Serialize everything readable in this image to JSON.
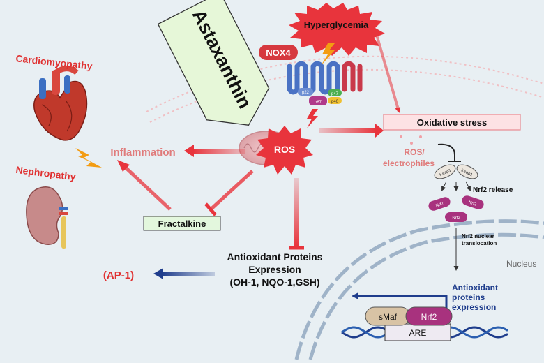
{
  "labels": {
    "hyperglycemia": "Hyperglycemia",
    "nox4": "NOX4",
    "astaxanthin": "Astaxanthin",
    "cardiomyopathy": "Cardiomyopathy",
    "nephropathy": "Nephropathy",
    "inflammation": "Inflammation",
    "ros": "ROS",
    "oxidative_stress": "Oxidative stress",
    "ros_electrophiles_1": "ROS/",
    "ros_electrophiles_2": "electrophiles",
    "keap1": "Keap1",
    "nrf2_release": "Nrf2 release",
    "nrf2": "Nrf2",
    "nrf2_nuclear_1": "Nrf2 nuclear",
    "nrf2_nuclear_2": "translocation",
    "fractalkine": "Fractalkine",
    "antiox_line1": "Antioxidant Proteins",
    "antiox_line2": "Expression",
    "antiox_line3": "(OH-1, NQO-1,GSH)",
    "ap1": "(AP-1)",
    "nucleus": "Nucleus",
    "antiox_expr_1": "Antioxidant",
    "antiox_expr_2": "proteins",
    "antiox_expr_3": "expression",
    "smaf": "sMaf",
    "are": "ARE",
    "subunit_p22": "p22",
    "subunit_p47": "p47",
    "subunit_p67": "p67",
    "subunit_p40": "p40"
  },
  "colors": {
    "background": "#e8eff3",
    "red_label": "#e03131",
    "red_arrow": "#e8343c",
    "blue_arrow": "#1f3d8c",
    "dark_blue_text": "#1f3d8c",
    "nrf2_purple": "#a8327e",
    "membrane_blue": "#4a72c4",
    "oxidative_box": "#fde2e4",
    "fractalkine_box": "#e3f7dd",
    "astaxanthin_banner": "#e6f7d8"
  },
  "icons": [
    "heart-icon",
    "kidney-icon",
    "lightning-icon",
    "mitochondrion-icon",
    "dna-icon"
  ]
}
